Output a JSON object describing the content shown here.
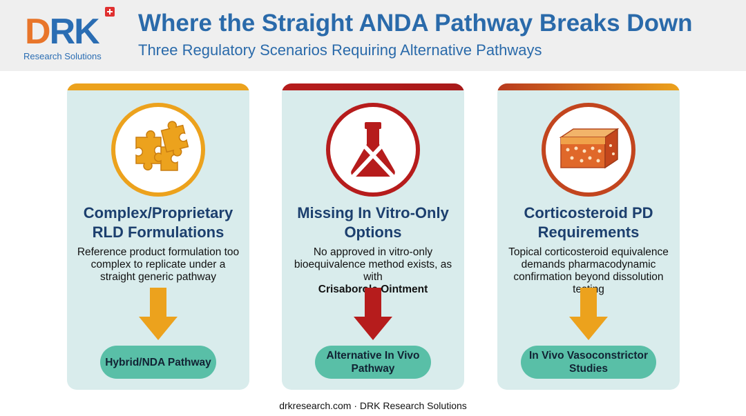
{
  "brand": {
    "logo_mark": "DRK",
    "logo_tagline": "Research Solutions",
    "colors": {
      "blue": "#2a6db3",
      "orange": "#e8752a",
      "flag_red": "#e03030"
    }
  },
  "header": {
    "title": "Where the Straight ANDA Pathway Breaks Down",
    "subtitle": "Three Regulatory Scenarios Requiring Alternative Pathways"
  },
  "cards": [
    {
      "icon": "puzzle-pieces-icon",
      "accent": "#eca21d",
      "title": "Complex/Proprietary RLD Formulations",
      "description": "Reference product formulation too complex to replicate under a straight generic pathway",
      "description_emphasis": "",
      "outcome": "Hybrid/NDA Pathway"
    },
    {
      "icon": "crossed-flask-icon",
      "accent": "#b61c1c",
      "title": "Missing In Vitro-Only Options",
      "description": "No approved in vitro-only bioequivalence method exists, as with",
      "description_emphasis": "Crisaborole Ointment",
      "outcome": "Alternative In Vivo Pathway"
    },
    {
      "icon": "skin-layer-icon",
      "accent": "#c2451e",
      "title": "Corticosteroid PD Requirements",
      "description": "Topical corticosteroid equivalence demands pharmacodynamic confirmation beyond dissolution testing",
      "description_emphasis": "",
      "outcome": "In Vivo Vasoconstrictor Studies"
    }
  ],
  "footer": "drkresearch.com · DRK Research Solutions"
}
